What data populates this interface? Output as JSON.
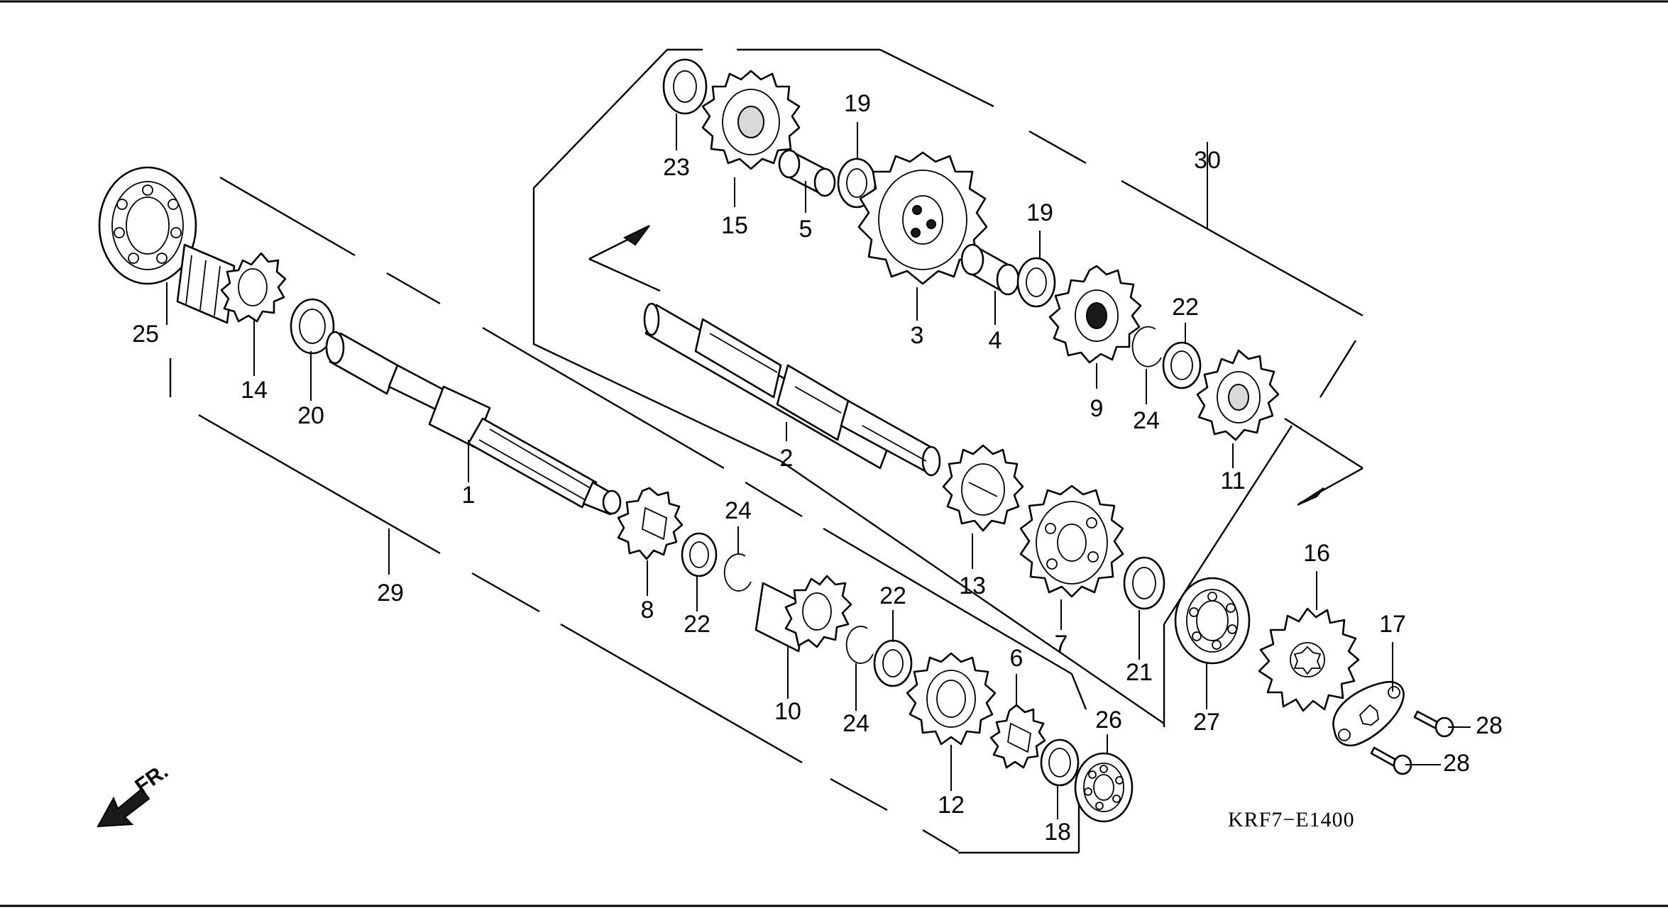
{
  "diagram_code": "KRF7−E1400",
  "front_label": "FR.",
  "callouts": [
    {
      "id": "c1",
      "label": "1",
      "part": "mainshaft"
    },
    {
      "id": "c2",
      "label": "2",
      "part": "countershaft"
    },
    {
      "id": "c3",
      "label": "3",
      "part": "countershaft-gear"
    },
    {
      "id": "c4",
      "label": "4",
      "part": "bushing"
    },
    {
      "id": "c5",
      "label": "5",
      "part": "bushing"
    },
    {
      "id": "c6",
      "label": "6",
      "part": "mainshaft-gear"
    },
    {
      "id": "c7",
      "label": "7",
      "part": "countershaft-gear"
    },
    {
      "id": "c8",
      "label": "8",
      "part": "mainshaft-gear"
    },
    {
      "id": "c9",
      "label": "9",
      "part": "countershaft-gear"
    },
    {
      "id": "c10",
      "label": "10",
      "part": "mainshaft-gear"
    },
    {
      "id": "c11",
      "label": "11",
      "part": "countershaft-gear"
    },
    {
      "id": "c12",
      "label": "12",
      "part": "mainshaft-gear"
    },
    {
      "id": "c13",
      "label": "13",
      "part": "countershaft-gear"
    },
    {
      "id": "c14",
      "label": "14",
      "part": "mainshaft-gear"
    },
    {
      "id": "c15",
      "label": "15",
      "part": "countershaft-gear"
    },
    {
      "id": "c16",
      "label": "16",
      "part": "drive-sprocket"
    },
    {
      "id": "c17",
      "label": "17",
      "part": "sprocket-fixing-plate"
    },
    {
      "id": "c18",
      "label": "18",
      "part": "washer"
    },
    {
      "id": "c19a",
      "label": "19",
      "part": "washer"
    },
    {
      "id": "c19b",
      "label": "19",
      "part": "washer"
    },
    {
      "id": "c20",
      "label": "20",
      "part": "washer"
    },
    {
      "id": "c21",
      "label": "21",
      "part": "washer"
    },
    {
      "id": "c22a",
      "label": "22",
      "part": "splined-washer"
    },
    {
      "id": "c22b",
      "label": "22",
      "part": "splined-washer"
    },
    {
      "id": "c22c",
      "label": "22",
      "part": "splined-washer"
    },
    {
      "id": "c23",
      "label": "23",
      "part": "washer"
    },
    {
      "id": "c24a",
      "label": "24",
      "part": "circlip"
    },
    {
      "id": "c24b",
      "label": "24",
      "part": "circlip"
    },
    {
      "id": "c24c",
      "label": "24",
      "part": "circlip"
    },
    {
      "id": "c25",
      "label": "25",
      "part": "bearing"
    },
    {
      "id": "c26",
      "label": "26",
      "part": "bearing"
    },
    {
      "id": "c27",
      "label": "27",
      "part": "bearing"
    },
    {
      "id": "c28a",
      "label": "28",
      "part": "bolt"
    },
    {
      "id": "c28b",
      "label": "28",
      "part": "bolt"
    },
    {
      "id": "c29",
      "label": "29",
      "part": "mainshaft-assembly"
    },
    {
      "id": "c30",
      "label": "30",
      "part": "countershaft-assembly"
    }
  ]
}
